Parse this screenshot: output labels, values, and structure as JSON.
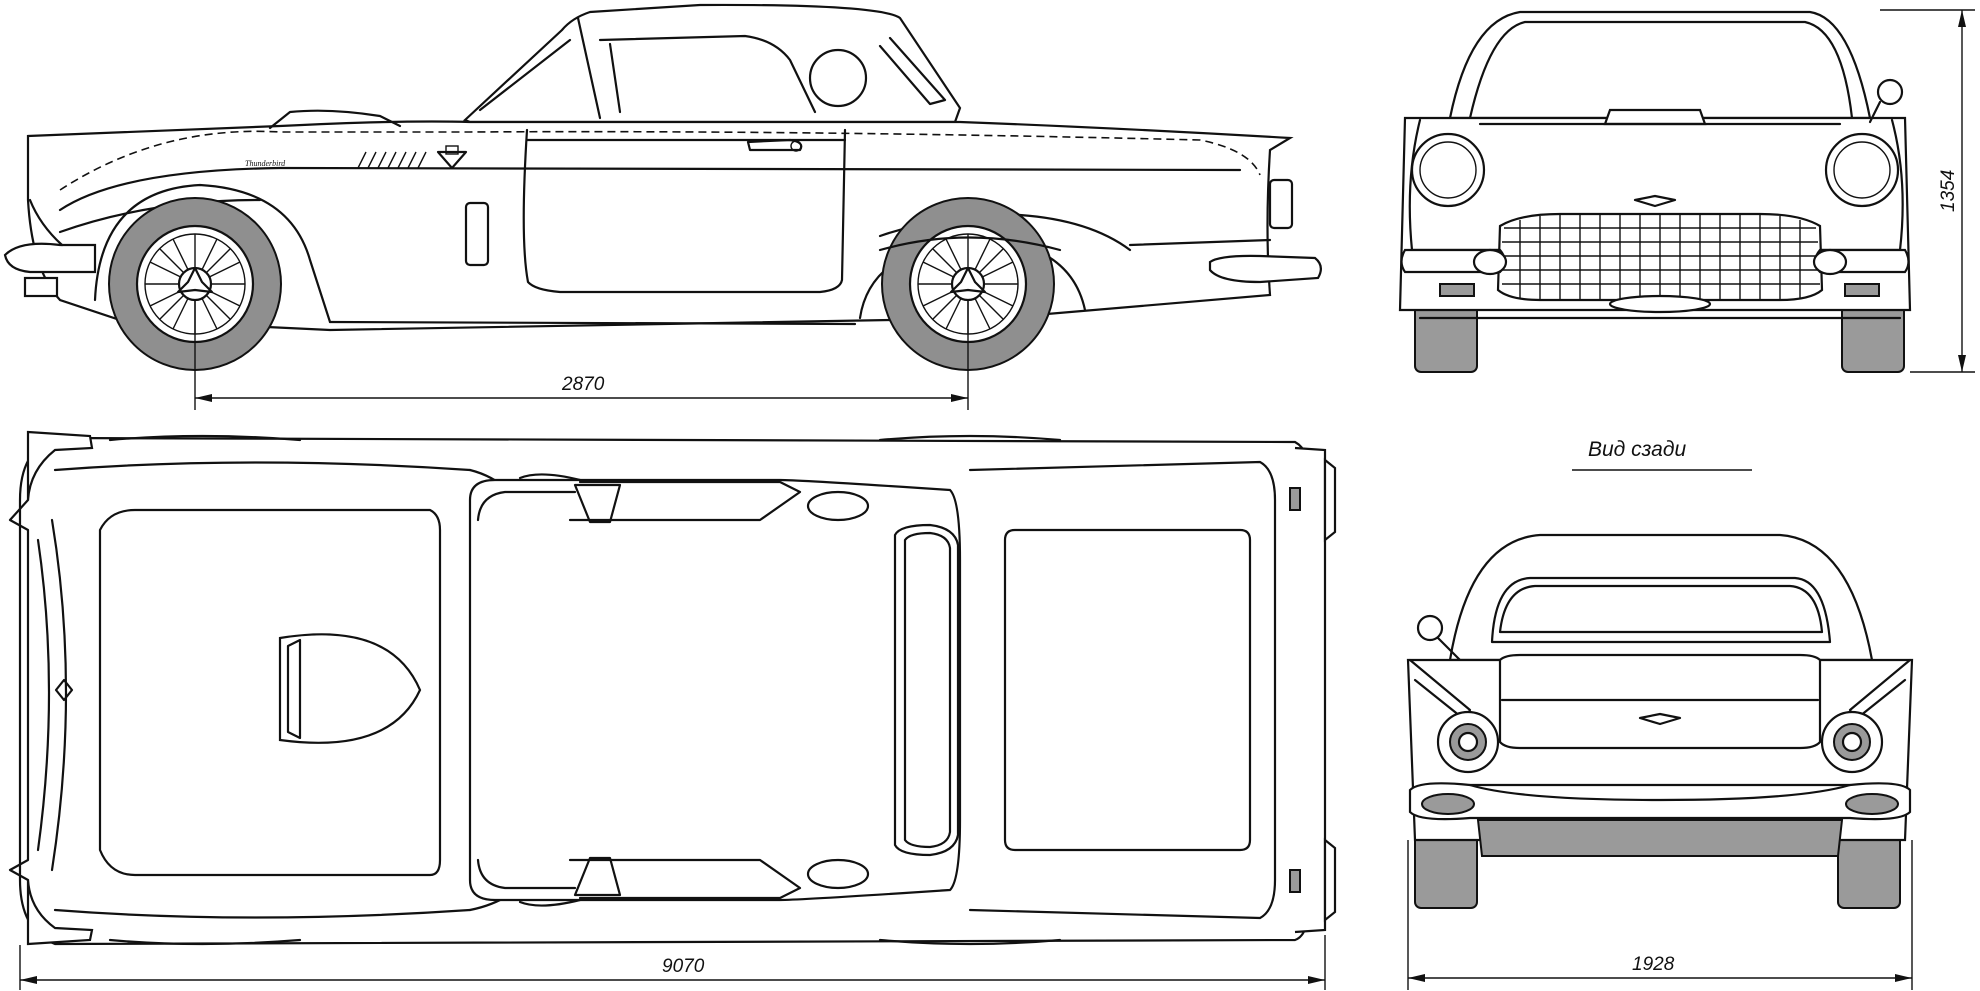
{
  "dimensions": {
    "wheelbase": "2870",
    "length": "9070",
    "height": "1354",
    "width": "1928"
  },
  "labels": {
    "rear_view": "Вид сзади",
    "badge_script": "Thunderbird"
  }
}
